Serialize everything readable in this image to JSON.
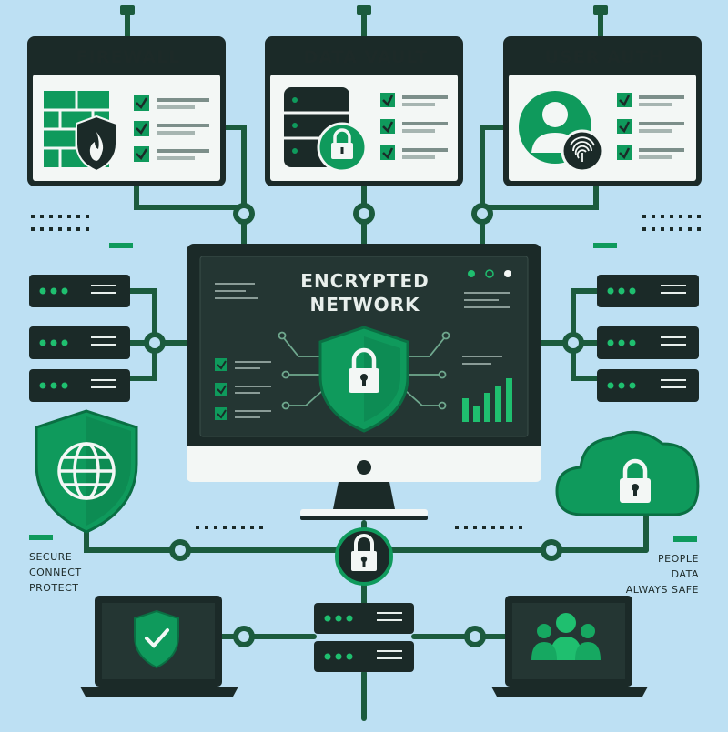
{
  "panels": {
    "firewall": {
      "title": "FIREWALL"
    },
    "data_vault": {
      "title": "DATA VAULT"
    },
    "user_auth": {
      "title": "USER AUTH"
    }
  },
  "monitor": {
    "title_line1": "ENCRYPTED",
    "title_line2": "NETWORK"
  },
  "left_caption": [
    "SECURE",
    "CONNECT",
    "PROTECT"
  ],
  "right_caption": [
    "PEOPLE",
    "DATA",
    "ALWAYS SAFE"
  ],
  "icons": {
    "firewall": "brick-wall-with-flame-shield-icon",
    "data_vault": "database-with-padlock-icon",
    "user_auth": "user-with-fingerprint-icon",
    "monitor_center": "shield-padlock-icon",
    "left_shield": "globe-shield-icon",
    "cloud": "cloud-padlock-icon",
    "hub": "padlock-hub-icon",
    "laptop_left": "shield-check-icon",
    "laptop_right": "user-group-icon"
  },
  "colors": {
    "background": "#bde0f3",
    "dark": "#1b2a28",
    "accent_green": "#0f9a5c",
    "panel_bg": "#f3f7f5",
    "line": "#1a5a3c"
  }
}
